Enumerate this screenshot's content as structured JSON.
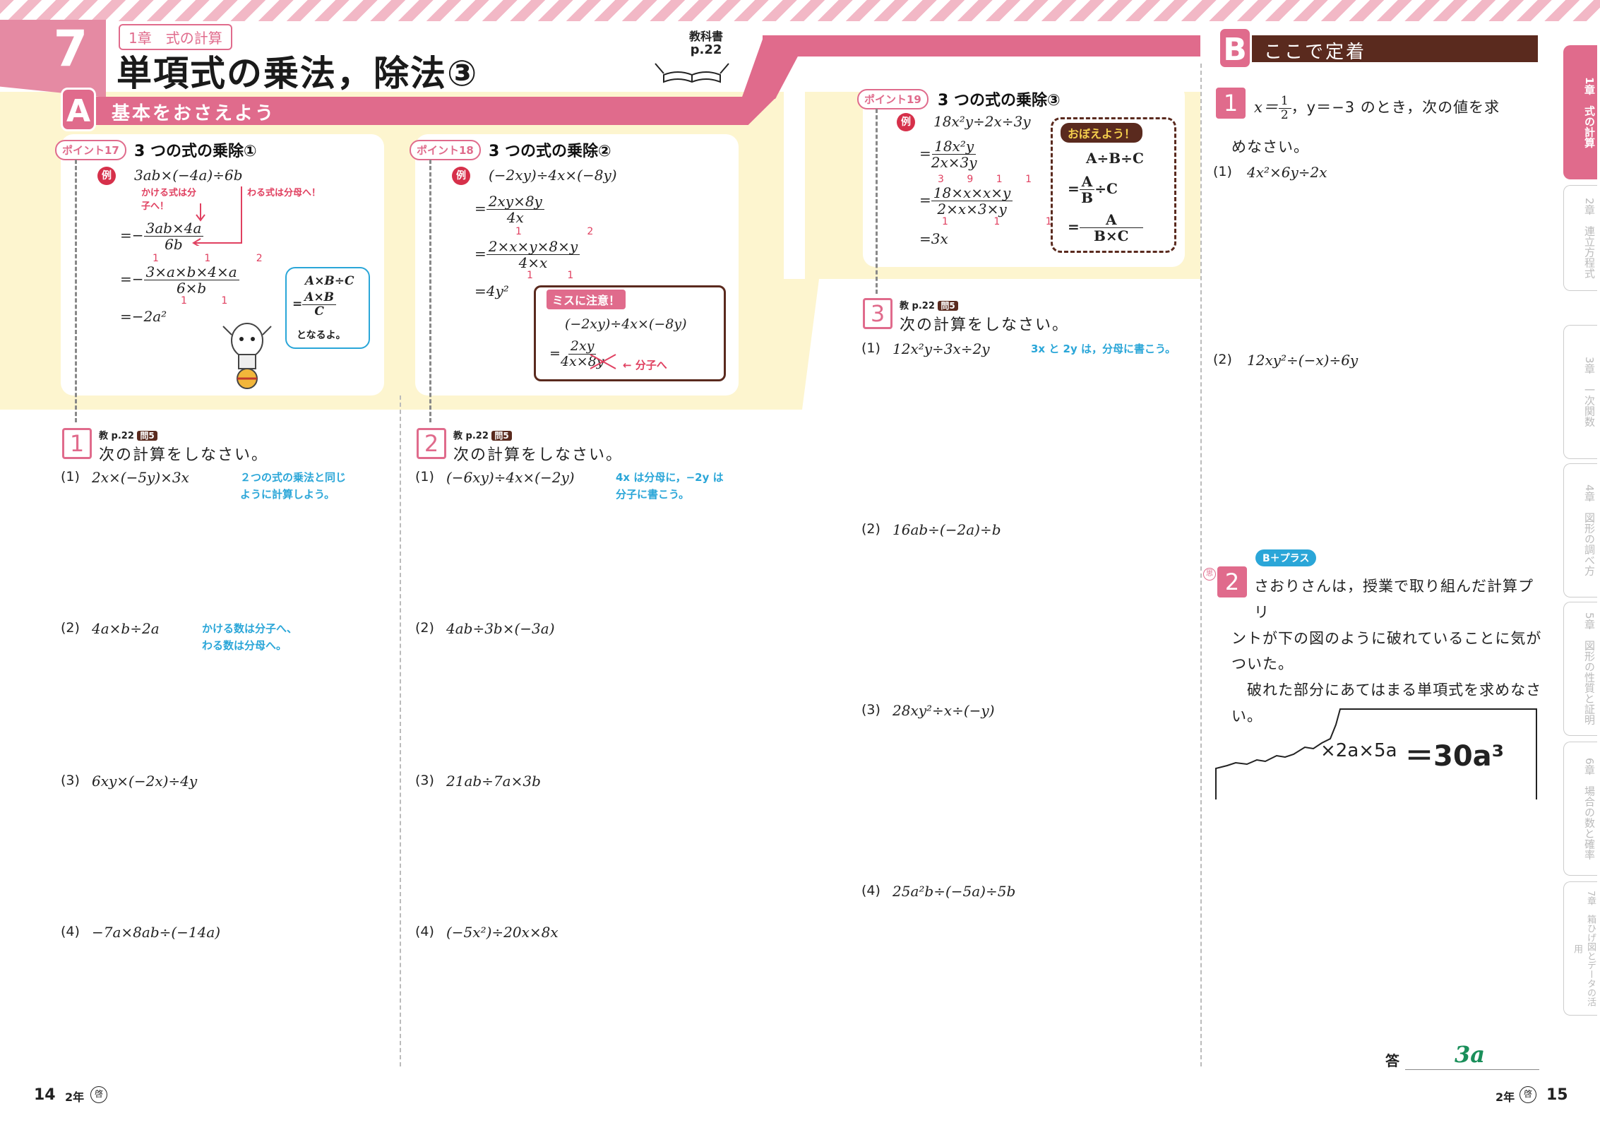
{
  "header": {
    "chapter_number": "7",
    "chapter_tag": "1章　式の計算",
    "title": "単項式の乗法，除法③",
    "textbook_label": "教科書",
    "textbook_page": "p.22"
  },
  "section_a": {
    "badge": "A",
    "title": "基本をおさえよう"
  },
  "section_b": {
    "badge": "B",
    "title": "ここで定着"
  },
  "points": [
    {
      "badge": "ポイント17",
      "title": "3 つの式の乗除①",
      "ex": "例",
      "line1": "3ab×(−4a)÷6b",
      "note_left": "かける式は分子へ！",
      "note_right": "わる式は分母へ！",
      "line2_num": "3ab×4a",
      "line2_den": "6b",
      "line3_num": "3×a×b×4×a",
      "line3_den": "6×b",
      "line4": "=−2a²",
      "bubble_line1": "A×B÷C",
      "bubble_num": "A×B",
      "bubble_den": "C",
      "bubble_tail": "となるよ。"
    },
    {
      "badge": "ポイント18",
      "title": "3 つの式の乗除②",
      "ex": "例",
      "line1": "(−2xy)÷4x×(−8y)",
      "line2_num": "2xy×8y",
      "line2_den": "4x",
      "line3_num": "2×x×y×8×y",
      "line3_den": "4×x",
      "line4": "=4y²",
      "warn_title": "ミスに注意！",
      "warn_line1": "(−2xy)÷4x×(−8y)",
      "warn_num": "2xy",
      "warn_den": "4x×8y",
      "warn_note": "← 分子へ"
    },
    {
      "badge": "ポイント19",
      "title": "3 つの式の乗除③",
      "ex": "例",
      "line1": "18x²y÷2x÷3y",
      "line2_num": "18x²y",
      "line2_den": "2x×3y",
      "line3_num": "18×x×x×y",
      "line3_den": "2×x×3×y",
      "line4": "=3x",
      "memo_title": "おぼえよう！",
      "memo_line1": "A÷B÷C",
      "memo_num1": "A",
      "memo_den1": "B",
      "memo_tail1": "÷C",
      "memo_num2": "A",
      "memo_den2": "B×C"
    }
  ],
  "problems_a": [
    {
      "num": "1",
      "ref": "教 p.22",
      "ref_box": "問5",
      "instruction": "次の計算をしなさい。",
      "items": [
        {
          "label": "(1)",
          "expr": "2x×(−5y)×3x",
          "hint": [
            "２つの式の乗法と同じ",
            "ように計算しよう。"
          ]
        },
        {
          "label": "(2)",
          "expr": "4a×b÷2a",
          "hint": [
            "かける数は分子へ、",
            "わる数は分母へ。"
          ]
        },
        {
          "label": "(3)",
          "expr": "6xy×(−2x)÷4y"
        },
        {
          "label": "(4)",
          "expr": "−7a×8ab÷(−14a)"
        }
      ]
    },
    {
      "num": "2",
      "ref": "教 p.22",
      "ref_box": "問5",
      "instruction": "次の計算をしなさい。",
      "items": [
        {
          "label": "(1)",
          "expr": "(−6xy)÷4x×(−2y)",
          "hint": [
            "4x は分母に，−2y は",
            "分子に書こう。"
          ]
        },
        {
          "label": "(2)",
          "expr": "4ab÷3b×(−3a)"
        },
        {
          "label": "(3)",
          "expr": "21ab÷7a×3b"
        },
        {
          "label": "(4)",
          "expr": "(−5x²)÷20x×8x"
        }
      ]
    },
    {
      "num": "3",
      "ref": "教 p.22",
      "ref_box": "問5",
      "instruction": "次の計算をしなさい。",
      "items": [
        {
          "label": "(1)",
          "expr": "12x²y÷3x÷2y",
          "hint": [
            "3x と 2y は，分母に書こう。"
          ]
        },
        {
          "label": "(2)",
          "expr": "16ab÷(−2a)÷b"
        },
        {
          "label": "(3)",
          "expr": "28xy²÷x÷(−y)"
        },
        {
          "label": "(4)",
          "expr": "25a²b÷(−5a)÷5b"
        }
      ]
    }
  ],
  "problems_b": [
    {
      "num": "1",
      "text_a": "x＝",
      "frac_num": "1",
      "frac_den": "2",
      "text_b": "，y＝−3 のとき，次の値を求",
      "text_c": "めなさい。",
      "items": [
        {
          "label": "(1)",
          "expr": "4x²×6y÷2x"
        },
        {
          "label": "(2)",
          "expr": "12xy²÷(−x)÷6y"
        }
      ]
    },
    {
      "num": "2",
      "plus_label": "B＋プラス",
      "mark": "思",
      "text": [
        "さおりさんは，授業で取り組んだ計算プリ",
        "ントが下の図のように破れていることに気が",
        "ついた。",
        "　破れた部分にあてはまる単項式を求めなさ",
        "い。"
      ],
      "torn_expr": "×2a×5a",
      "torn_result": "＝30a³",
      "answer_label": "答",
      "answer": "3a"
    }
  ],
  "sidebar": [
    {
      "label": "1章　式の計算",
      "active": true
    },
    {
      "label": "2章　連立方程式"
    },
    {
      "label": "3章　一次関数"
    },
    {
      "label": "4章　図形の調べ方"
    },
    {
      "label": "5章　図形の性質と証明"
    },
    {
      "label": "6章　場合の数と確率"
    },
    {
      "label": "7章　箱ひげ図とデータの活用"
    }
  ],
  "footer": {
    "left_page": "14",
    "left_grade": "2年",
    "left_mark": "啓",
    "right_grade": "2年",
    "right_mark": "啓",
    "right_page": "15"
  }
}
